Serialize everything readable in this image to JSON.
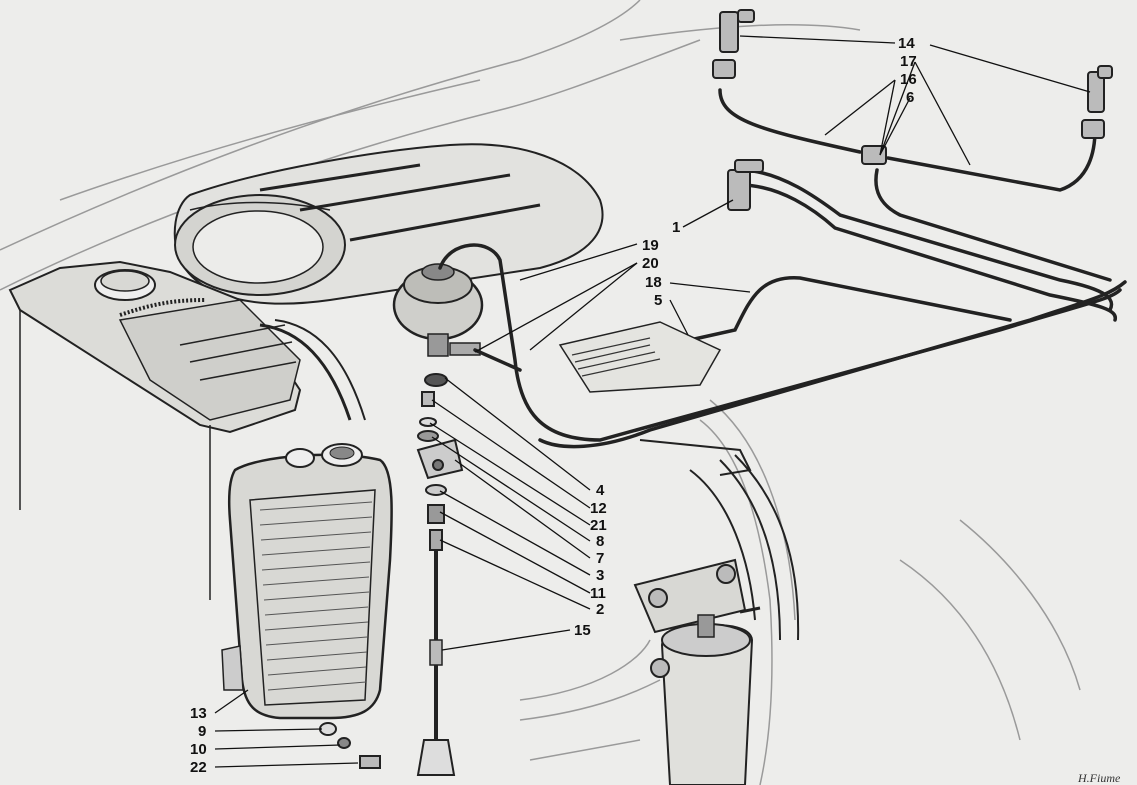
{
  "callouts": {
    "c14": "14",
    "c17": "17",
    "c16": "16",
    "c6": "6",
    "c1": "1",
    "c19": "19",
    "c20": "20",
    "c18": "18",
    "c5": "5",
    "c4": "4",
    "c12": "12",
    "c21": "21",
    "c8": "8",
    "c7": "7",
    "c3": "3",
    "c11": "11",
    "c2": "2",
    "c15": "15",
    "c13": "13",
    "c9": "9",
    "c10": "10",
    "c22": "22"
  },
  "signature": "H.Fiume"
}
